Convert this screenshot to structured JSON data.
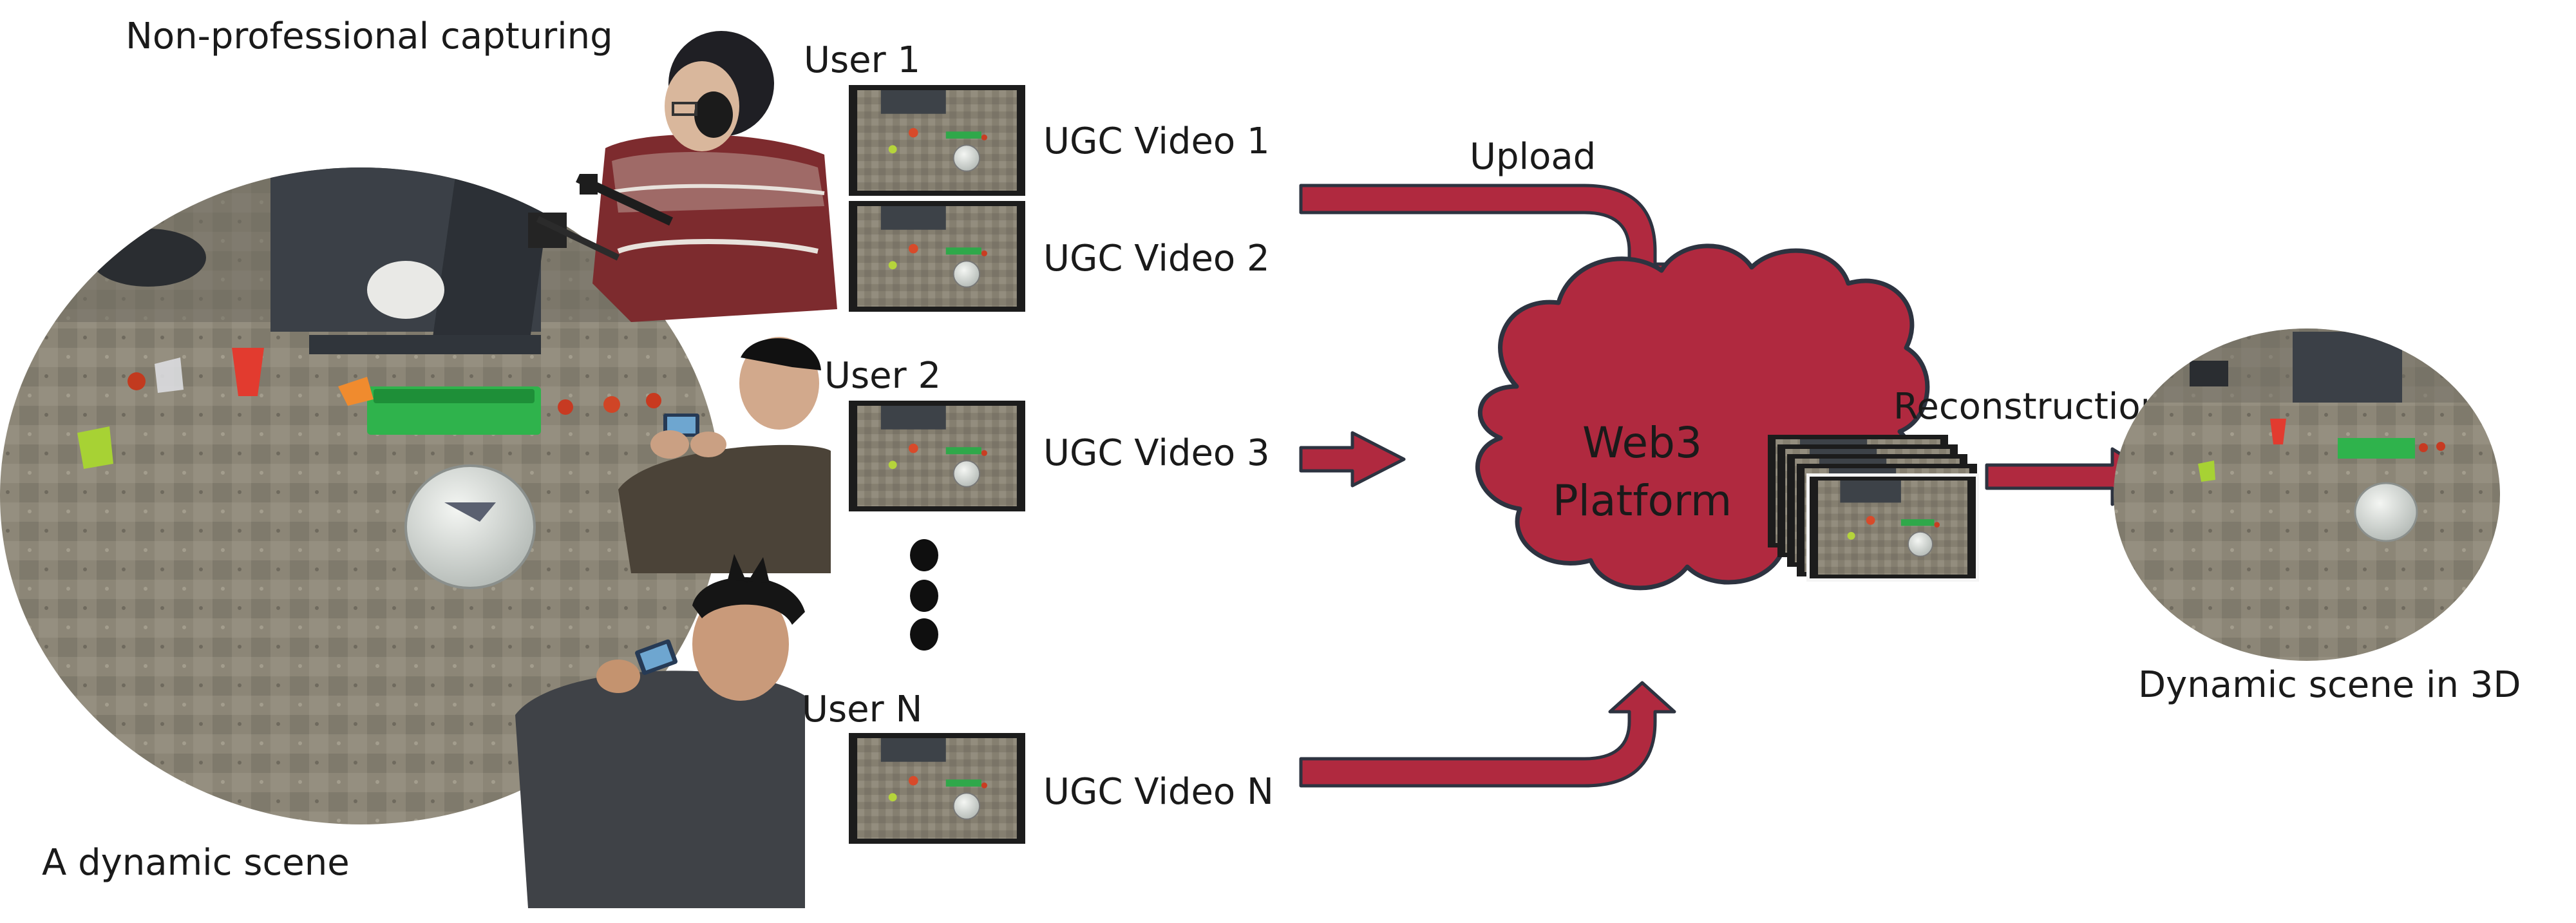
{
  "labels": {
    "non_professional": "Non-professional capturing",
    "dynamic_scene": "A dynamic scene",
    "upload": "Upload",
    "reconstruction": "Reconstruction",
    "result": "Dynamic scene in 3D",
    "platform_line1": "Web3",
    "platform_line2": "Platform"
  },
  "users": [
    "User 1",
    "User 2",
    "User N"
  ],
  "videos": [
    "UGC Video 1",
    "UGC Video 2",
    "UGC Video 3",
    "UGC Video N"
  ],
  "colors": {
    "arrow_fill": "#b0293f",
    "arrow_stroke": "#2d3340",
    "cloud_fill": "#b0293f",
    "cloud_stroke": "#2d3340",
    "carpet": "#8c8677",
    "frame": "#1c1c1c"
  }
}
